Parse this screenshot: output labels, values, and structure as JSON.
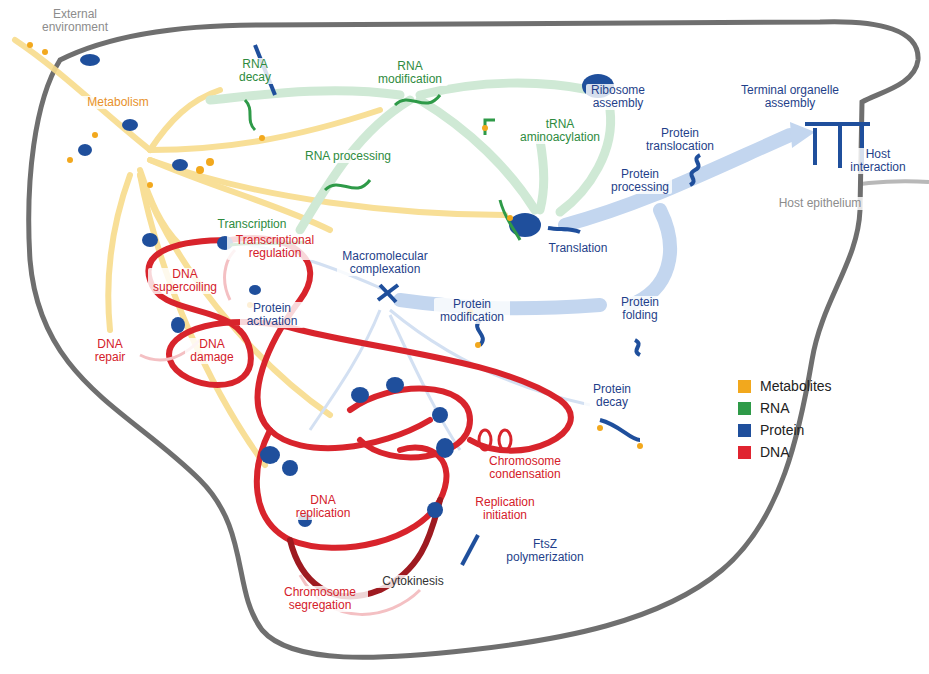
{
  "diagram": {
    "labels": [
      "External environment",
      "Metabolism",
      "RNA decay",
      "RNA modification",
      "Ribosome assembly",
      "Terminal organelle assembly",
      "Protein translocation",
      "Host interaction",
      "Host epithelium",
      "RNA processing",
      "tRNA aminoacylation",
      "Protein processing",
      "Transcription",
      "Transcriptional regulation",
      "Macromolecular complexation",
      "Translation",
      "DNA supercoiling",
      "Protein activation",
      "Protein modification",
      "Protein folding",
      "DNA repair",
      "DNA damage",
      "Protein decay",
      "Chromosome condensation",
      "Replication initiation",
      "DNA replication",
      "FtsZ polymerization",
      "Cytokinesis",
      "Chromosome segregation"
    ],
    "legend": [
      {
        "text": "Metabolites",
        "color": "#f2a81d"
      },
      {
        "text": "RNA",
        "color": "#2e9a48"
      },
      {
        "text": "Protein",
        "color": "#1f4f9c"
      },
      {
        "text": "DNA",
        "color": "#e02430"
      }
    ]
  }
}
